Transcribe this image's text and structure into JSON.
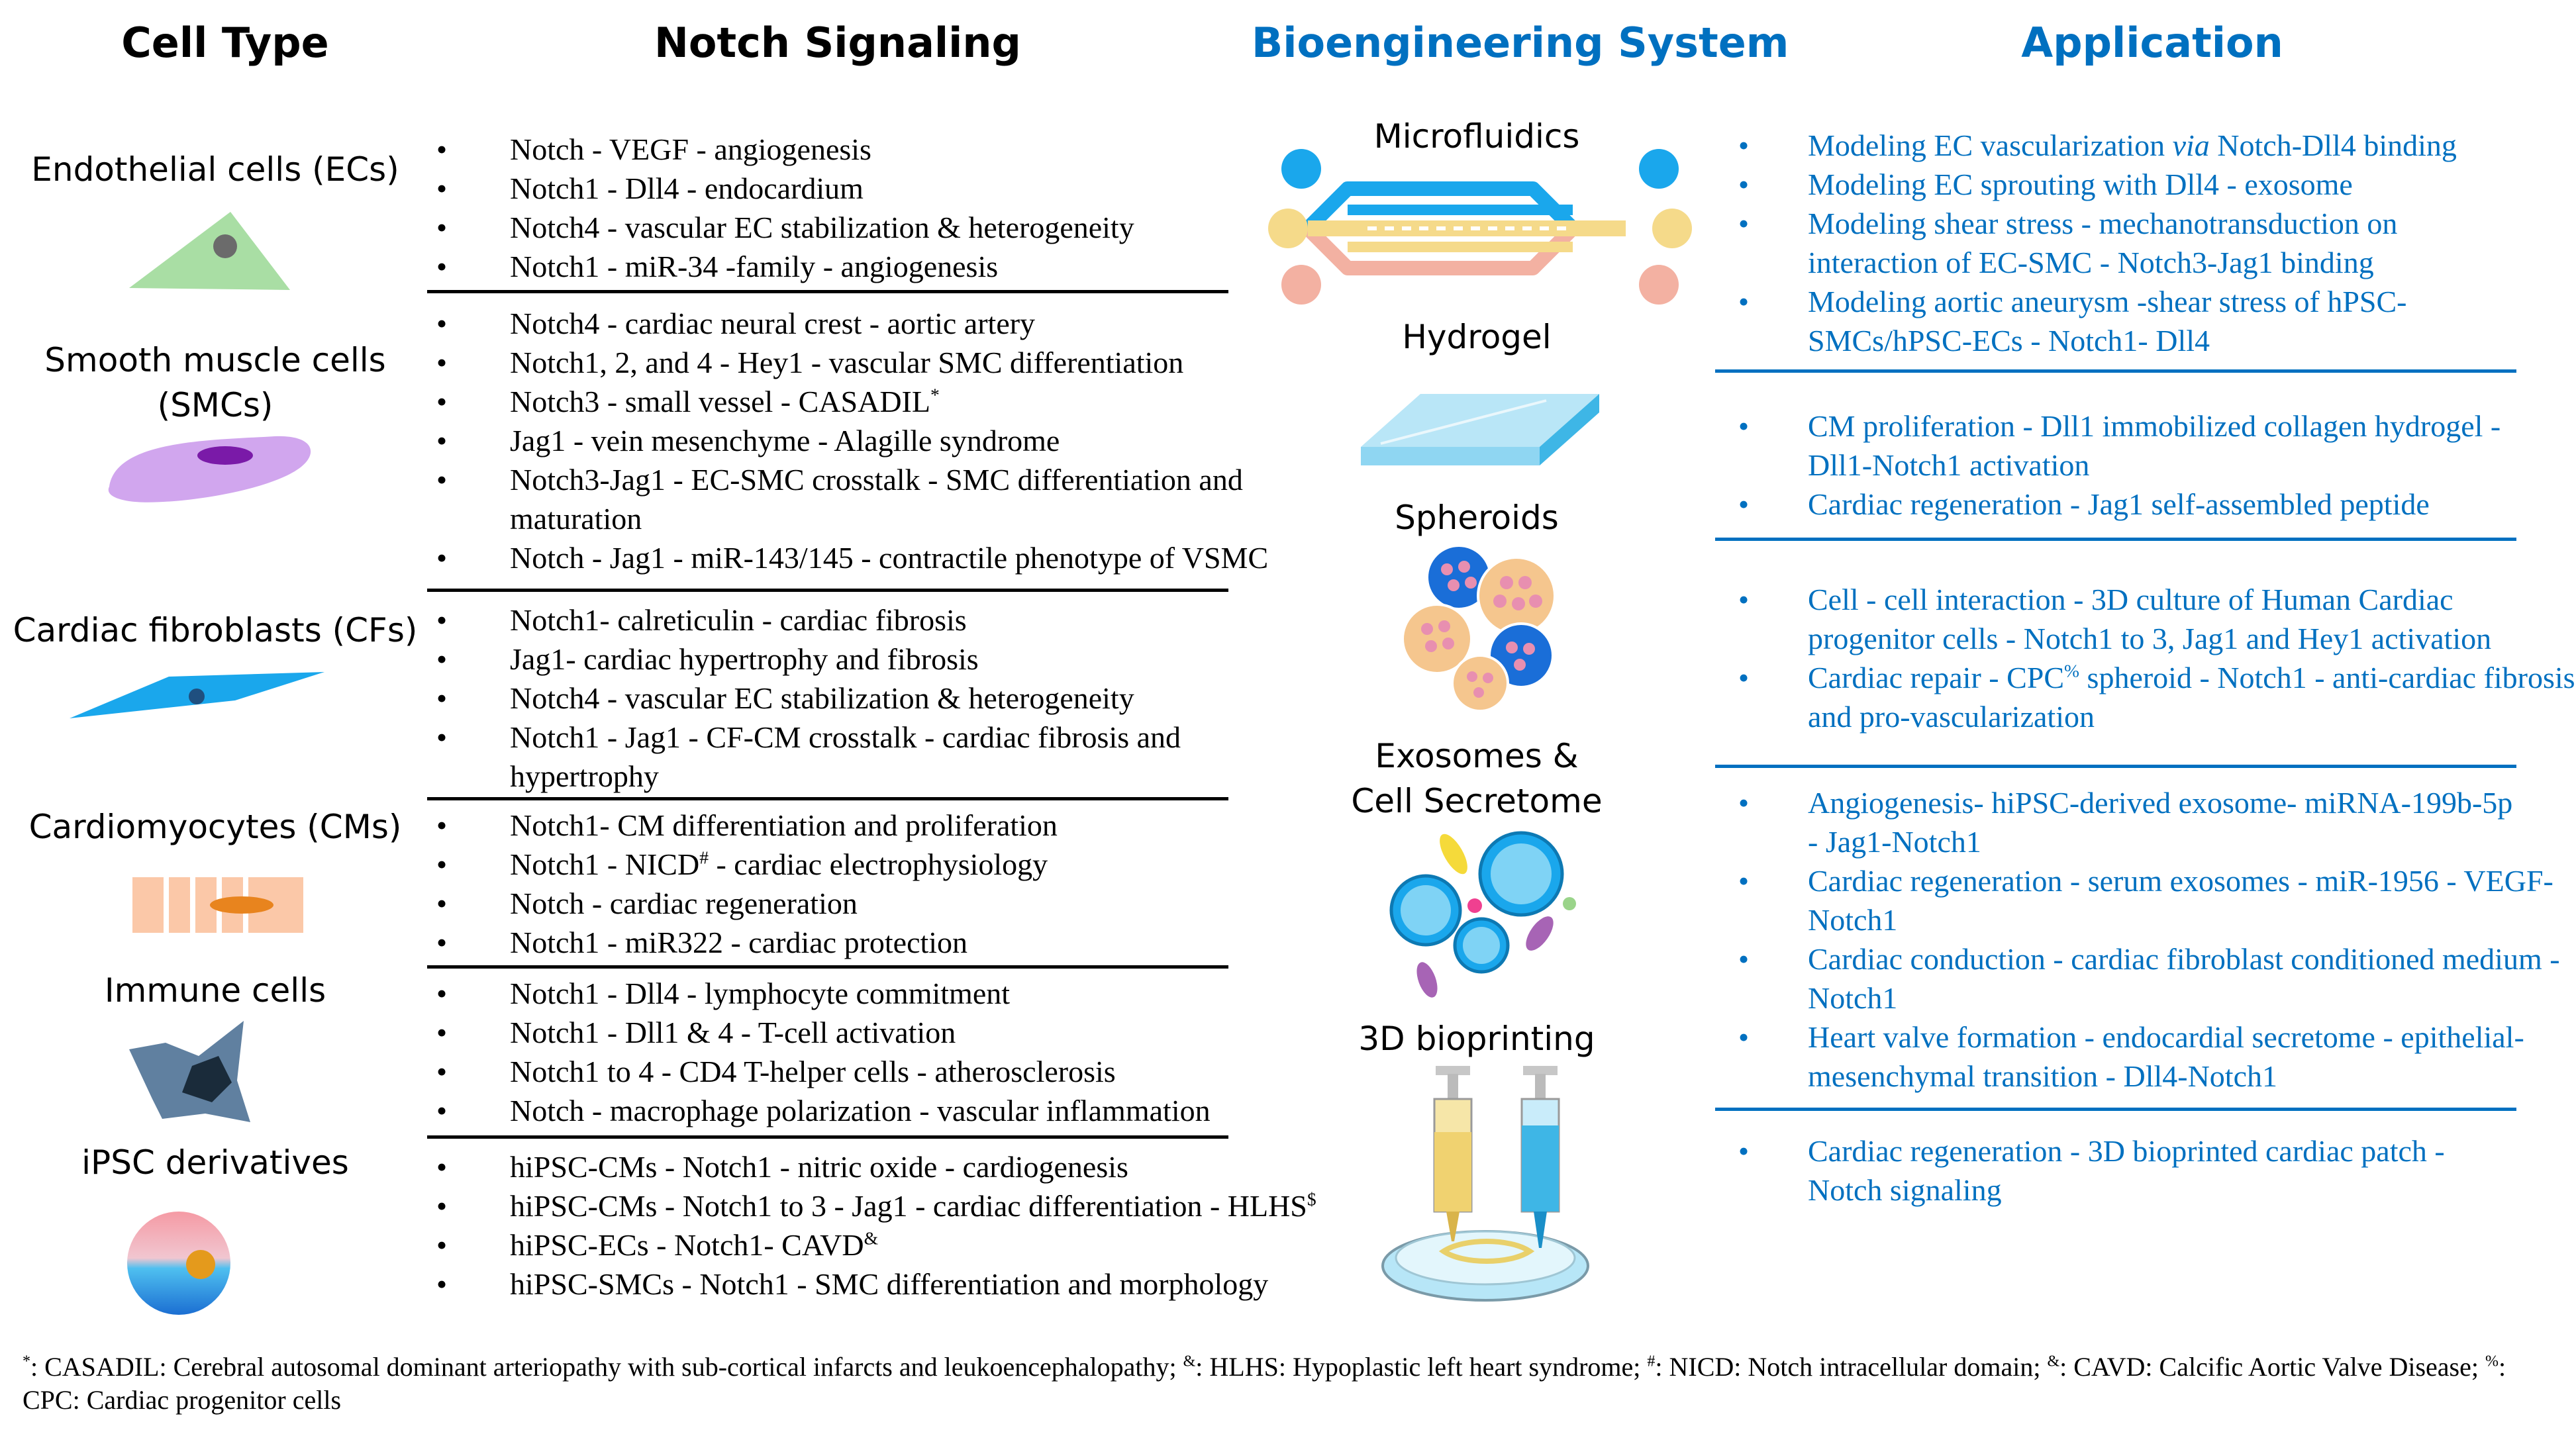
{
  "headers": {
    "cell_type": "Cell Type",
    "notch_signaling": "Notch Signaling",
    "bioengineering_system": "Bioengineering System",
    "application": "Application"
  },
  "cells": [
    "Endothelial cells (ECs)",
    "Smooth muscle cells (SMCs)",
    "Cardiac fibroblasts (CFs)",
    "Cardiomyocytes (CMs)",
    "Immune cells",
    "iPSC derivatives"
  ],
  "notch": {
    "ec": [
      "Notch - VEGF - angiogenesis",
      "Notch1 - Dll4 - endocardium",
      "Notch4 - vascular EC stabilization & heterogeneity",
      "Notch1 - miR-34 -family - angiogenesis"
    ],
    "smc": [
      "Notch4 - cardiac neural crest - aortic artery",
      "Notch1, 2, and 4 - Hey1 - vascular SMC differentiation",
      "Notch3 - small vessel - CASADIL",
      "Jag1 - vein mesenchyme - Alagille syndrome",
      "Notch3-Jag1 - EC-SMC crosstalk - SMC differentiation and maturation",
      "Notch - Jag1 - miR-143/145 - contractile phenotype of VSMC"
    ],
    "cf": [
      "Notch1- calreticulin - cardiac fibrosis",
      "Jag1- cardiac hypertrophy and fibrosis",
      "Notch4 - vascular EC stabilization & heterogeneity",
      "Notch1 - Jag1 - CF-CM crosstalk - cardiac fibrosis and hypertrophy"
    ],
    "cm": [
      "Notch1- CM differentiation and proliferation",
      "Notch1 - NICD",
      "Notch - cardiac regeneration",
      "Notch1 - miR322 - cardiac protection"
    ],
    "immune": [
      "Notch1 - Dll4 - lymphocyte commitment",
      "Notch1 - Dll1 & 4 - T-cell activation",
      "Notch1 to 4 - CD4 T-helper cells - atherosclerosis",
      "Notch - macrophage polarization - vascular inflammation"
    ],
    "ipsc": [
      "hiPSC-CMs - Notch1 - nitric oxide - cardiogenesis",
      "hiPSC-CMs - Notch1 to 3 - Jag1 - cardiac differentiation - HLHS",
      "hiPSC-ECs - Notch1- CAVD",
      "hiPSC-SMCs - Notch1 - SMC differentiation and morphology"
    ],
    "marks": {
      "star": "*",
      "hash": "#",
      "dollar": "$",
      "amp": "&",
      "pct": "%"
    },
    "cm_nicd_suffix": " - cardiac electrophysiology"
  },
  "systems": {
    "microfluidics": "Microfluidics",
    "hydrogel": "Hydrogel",
    "spheroids": "Spheroids",
    "exosomes": [
      "Exosomes &",
      "Cell Secretome"
    ],
    "bioprinting": "3D bioprinting"
  },
  "applications": {
    "a1": {
      "item1_pre": "Modeling EC vascularization ",
      "item1_em": "via",
      "item1_post": " Notch-Dll4 binding",
      "items": [
        "Modeling EC sprouting with Dll4 - exosome",
        "Modeling shear stress - mechanotransduction on interaction of EC-SMC - Notch3-Jag1 binding",
        "Modeling aortic aneurysm -shear stress of hPSC-SMCs/hPSC-ECs - Notch1- Dll4"
      ]
    },
    "a2": [
      "CM proliferation - Dll1 immobilized collagen hydrogel - Dll1-Notch1 activation",
      "Cardiac regeneration - Jag1 self-assembled peptide"
    ],
    "a3": {
      "item1": "Cell - cell interaction - 3D culture of Human Cardiac progenitor cells - Notch1 to 3, Jag1 and Hey1 activation",
      "item2_pre": "Cardiac repair - CPC",
      "item2_post": " spheroid - Notch1 - anti-cardiac fibrosis and pro-vascularization"
    },
    "a4": [
      "Angiogenesis- hiPSC-derived exosome- miRNA-199b-5p - Jag1-Notch1",
      "Cardiac regeneration - serum exosomes - miR-1956 - VEGF-Notch1",
      "Cardiac conduction - cardiac fibroblast conditioned medium - Notch1",
      "Heart valve formation - endocardial secretome - epithelial-mesenchymal transition - Dll4-Notch1"
    ],
    "a5": [
      "Cardiac regeneration - 3D bioprinted cardiac patch - Notch signaling"
    ]
  },
  "footnote": {
    "f1": ": CASADIL: Cerebral autosomal dominant arteriopathy with sub-cortical infarcts and leukoencephalopathy; ",
    "f2": ": HLHS: Hypoplastic left heart syndrome; ",
    "f3": ": NICD: Notch intracellular domain; ",
    "f4": ": CAVD: Calcific Aortic Valve Disease; ",
    "f5": ": CPC: Cardiac progenitor cells"
  },
  "colors": {
    "heading_blue": "#0070c0",
    "text": "#000000"
  }
}
